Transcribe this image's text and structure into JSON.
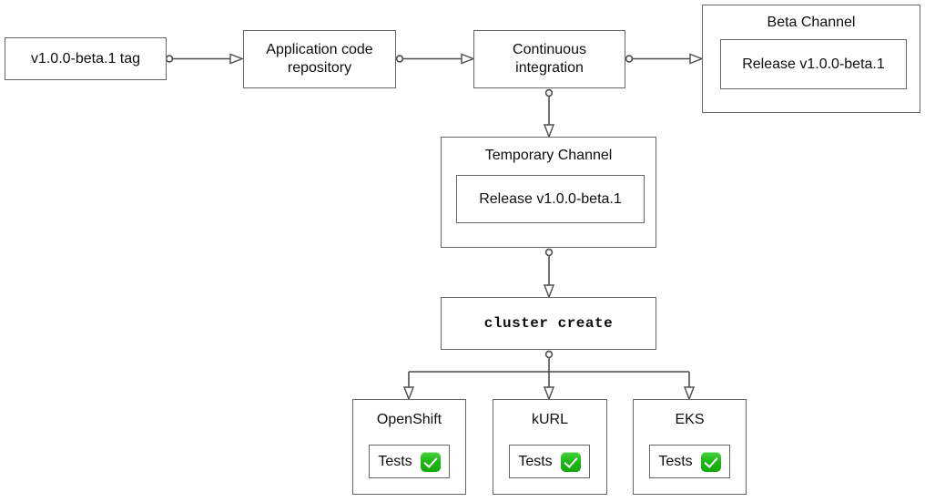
{
  "diagram": {
    "title": "release-promotion-pipeline",
    "background": "#ffffff",
    "stroke_color": "#4d4d4d",
    "border_color": "#666666",
    "text_color": "#0d0d0d",
    "accent_green": "#19b510"
  },
  "nodes": {
    "tag": {
      "label": "v1.0.0-beta.1 tag"
    },
    "repo": {
      "label": "Application code repository"
    },
    "ci": {
      "label": "Continuous integration"
    },
    "beta_channel": {
      "title": "Beta Channel",
      "release": "Release v1.0.0-beta.1"
    },
    "temp_channel": {
      "title": "Temporary Channel",
      "release": "Release v1.0.0-beta.1"
    },
    "cluster_create": {
      "label": "cluster create"
    },
    "openshift": {
      "title": "OpenShift",
      "tests_label": "Tests",
      "status_icon": "check-mark-button-icon"
    },
    "kurl": {
      "title": "kURL",
      "tests_label": "Tests",
      "status_icon": "check-mark-button-icon"
    },
    "eks": {
      "title": "EKS",
      "tests_label": "Tests",
      "status_icon": "check-mark-button-icon"
    }
  }
}
